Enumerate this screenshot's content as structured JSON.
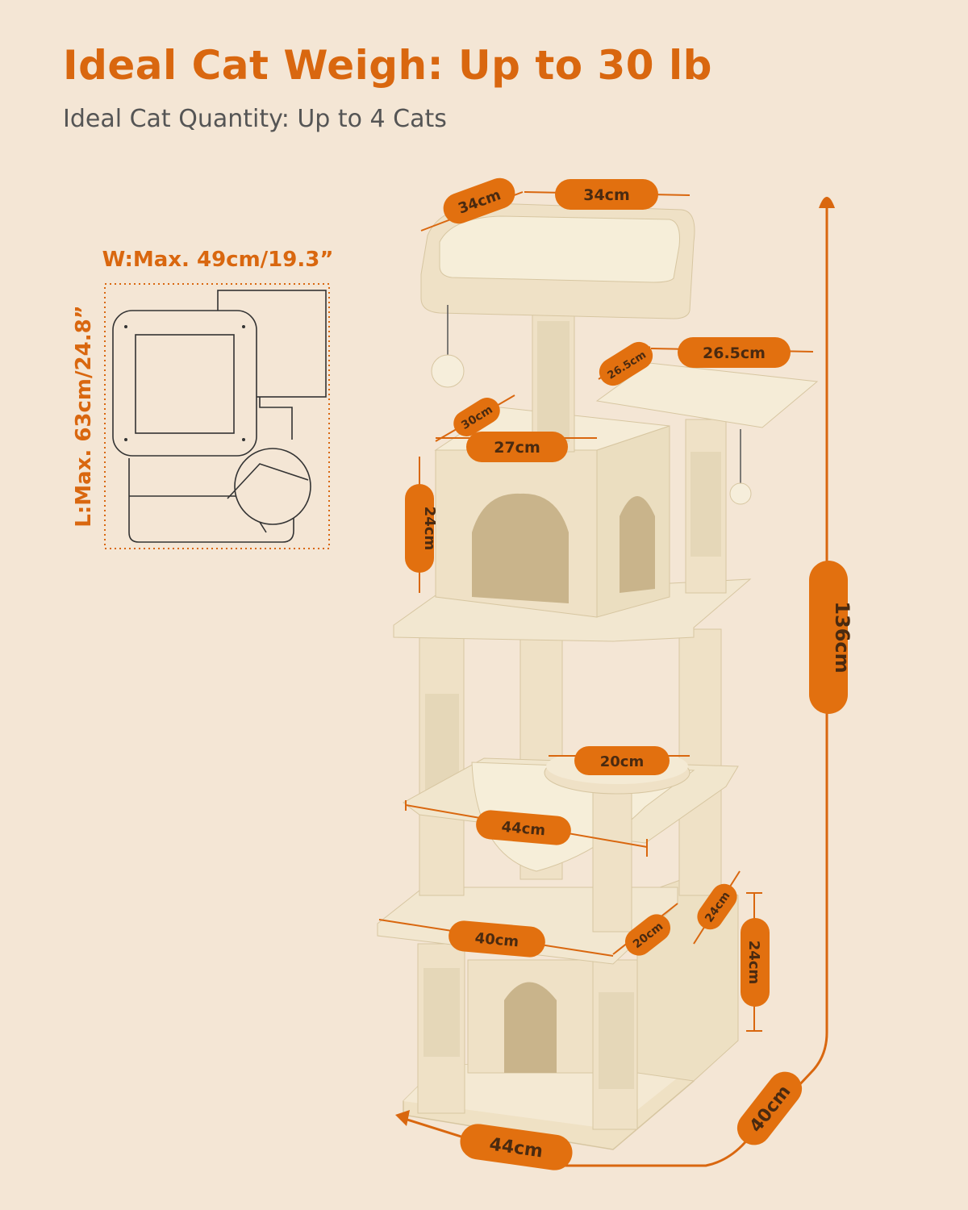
{
  "header": {
    "title": "Ideal Cat Weigh: Up to 30 lb",
    "subtitle": "Ideal Cat Quantity: Up to 4 Cats"
  },
  "footprint": {
    "width_label": "W:Max. 49cm/19.3”",
    "length_label": "L:Max. 63cm/24.8”"
  },
  "dimensions": {
    "top_perch_depth": "34cm",
    "top_perch_width": "34cm",
    "side_platform_depth": "26.5cm",
    "side_platform_width": "26.5cm",
    "condo_depth": "30cm",
    "condo_width": "27cm",
    "condo_height": "24cm",
    "round_pad": "20cm",
    "basket_width": "44cm",
    "lower_platform_width": "40cm",
    "lower_platform_depth": "20cm",
    "base_condo_depth": "24cm",
    "base_condo_height": "24cm",
    "total_height": "136cm",
    "base_depth": "40cm",
    "base_width": "44cm"
  },
  "colors": {
    "accent": "#e2700f",
    "background": "#f4e6d5",
    "plush": "#f1e6cc",
    "sisal": "#e8dbbd"
  }
}
